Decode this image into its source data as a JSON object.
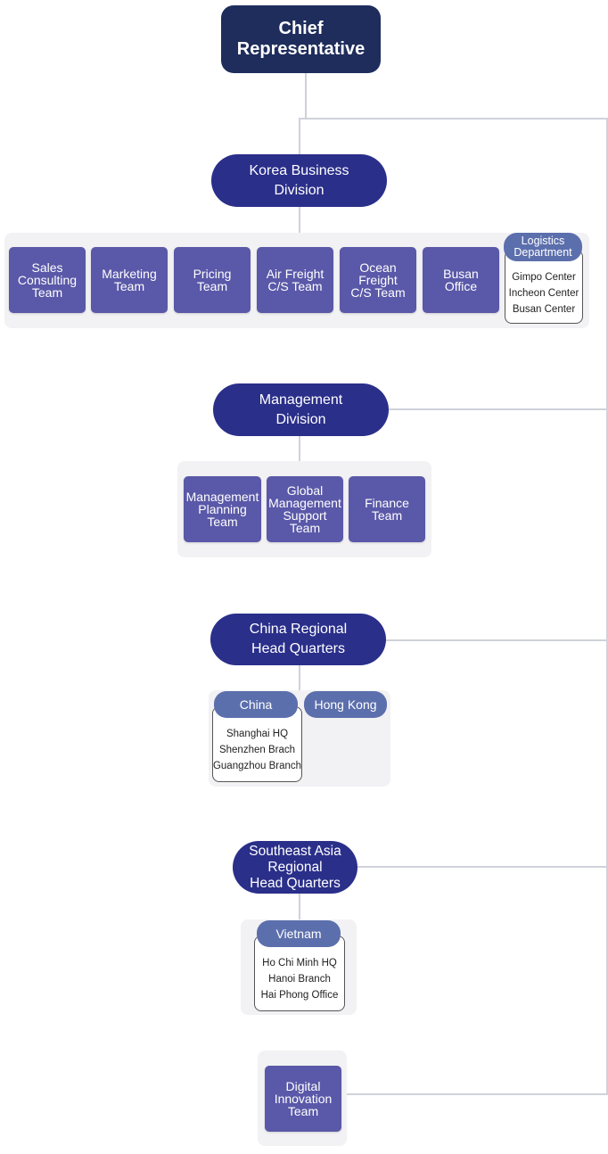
{
  "chief": "Chief\nRepresentative",
  "korea": {
    "title": "Korea Business\nDivision",
    "teams": [
      "Sales\nConsulting\nTeam",
      "Marketing\nTeam",
      "Pricing\nTeam",
      "Air Freight\nC/S Team",
      "Ocean\nFreight\nC/S Team",
      "Busan\nOffice"
    ],
    "logistics": {
      "title": "Logistics\nDepartment",
      "centers": [
        "Gimpo Center",
        "Incheon Center",
        "Busan Center"
      ]
    }
  },
  "management": {
    "title": "Management\nDivision",
    "teams": [
      "Management\nPlanning\nTeam",
      "Global\nManagement\nSupport\nTeam",
      "Finance\nTeam"
    ]
  },
  "china": {
    "title": "China Regional\nHead Quarters",
    "china_label": "China",
    "branches": [
      "Shanghai HQ",
      "Shenzhen Brach",
      "Guangzhou Branch"
    ],
    "hongkong_label": "Hong Kong"
  },
  "sea": {
    "title": "Southeast Asia\nRegional\nHead Quarters",
    "vietnam_label": "Vietnam",
    "branches": [
      "Ho Chi Minh HQ",
      "Hanoi Branch",
      "Hai Phong Office"
    ]
  },
  "digital": "Digital\nInnovation\nTeam",
  "colors": {
    "chief": "#1f2d5c",
    "division": "#2a2f8a",
    "team": "#5a58a8",
    "pill": "#5c6fad",
    "panel": "#f2f2f4",
    "connector": "#cfd2da"
  }
}
